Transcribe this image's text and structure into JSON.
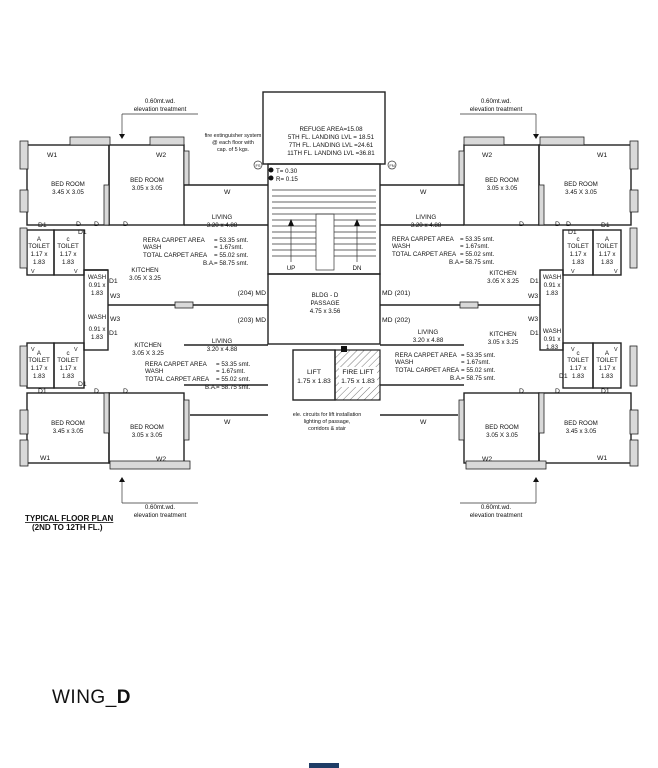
{
  "plan": {
    "elevation_note": "0.60mt.wd.",
    "elevation_treatment": "elevation treatment",
    "refuge": {
      "title": "REFUGE AREA=15.08",
      "line1": "5TH FL. LANDING LVL = 18.51",
      "line2": "7TH FL. LANDING LVL =24.61",
      "line3": "11TH FL. LANDING LVL =36.81"
    },
    "fire_ext": {
      "line1": "fire extinguisher system",
      "line2": "@ each floor with",
      "line3": "cap. of 5 kgs."
    },
    "stair": {
      "t": "T= 0.30",
      "r": "R= 0.15",
      "up": "UP",
      "dn": "DN"
    },
    "passage": {
      "title": "BLDG - D",
      "name": "PASSAGE",
      "dims": "4.75 x 3.56"
    },
    "lift": {
      "name": "LIFT",
      "dims": "1.75 x 1.83"
    },
    "fire_lift": {
      "name": "FIRE LIFT",
      "dims": "1.75 x 1.83"
    },
    "circuits": {
      "line1": "ele. circuits for lift installation",
      "line2": "lighting of passage,",
      "line3": "corridors & stair"
    },
    "flats": {
      "f204": "(204) MD",
      "f201": "MD (201)",
      "f203": "(203) MD",
      "f202": "MD (202)"
    },
    "rooms": {
      "bed_room": "BED ROOM",
      "bed_345": "3.45 X 3.05",
      "bed_305": "3.05 x 3.05",
      "bed_345b": "3.45 x 3.05",
      "bed_305b": "3.05 X 3.05",
      "living": "LIVING",
      "living_dims": "3.20 x 4.88",
      "kitchen": "KITCHEN",
      "kitchen_dims": "3.05 X 3.25",
      "kitchen_dims_b": "3.05 x 3.25",
      "toilet": "TOILET",
      "toilet_dims1": "1.17 x",
      "toilet_dims2": "1.83",
      "wash": "WASH",
      "wash_dims1": "0.91 x",
      "wash_dims2": "1.83",
      "tag_a": "A",
      "tag_c": "c"
    },
    "area": {
      "rera": "RERA CARPET AREA",
      "rera_val": "= 53.35 smt.",
      "wash": "WASH",
      "wash_val": "=   1.67smt.",
      "total": "TOTAL CARPET AREA",
      "total_val": "= 55.02 smt.",
      "ba": "B.A.",
      "ba_val": "= 58.75 smt."
    },
    "marks": {
      "w": "W",
      "w1": "W1",
      "w2": "W2",
      "w3": "W3",
      "d": "D",
      "d1": "D1",
      "v": "V",
      "fs": "FS",
      "fn": "FN"
    }
  },
  "caption": {
    "line1": "TYPICAL FLOOR PLAN",
    "line2": "(2ND TO 12TH FL.)"
  },
  "wing": {
    "prefix": "WING_",
    "letter": "D"
  },
  "colors": {
    "marker": "#1f3d66",
    "wall": "#222222",
    "hatch": "#555555"
  }
}
